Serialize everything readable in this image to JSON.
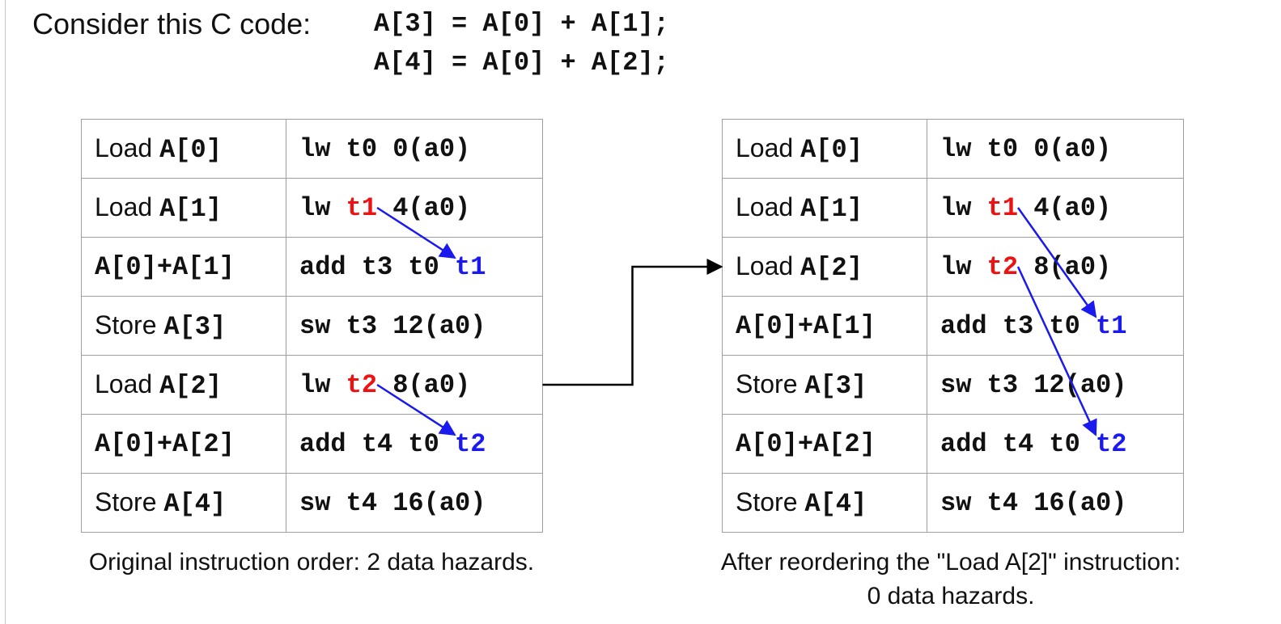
{
  "intro": "Consider this C code:",
  "code_lines": [
    "A[3] = A[0] + A[1];",
    "A[4] = A[0] + A[2];"
  ],
  "colors": {
    "hazard_source": "#ee1111",
    "hazard_use": "#1a1aee",
    "arrow": "#1a1aee",
    "move_arrow": "#000000"
  },
  "left_table": {
    "rows": [
      {
        "desc_text": "Load ",
        "desc_code": "A[0]",
        "asm": "lw t0 0(a0)"
      },
      {
        "desc_text": "Load ",
        "desc_code": "A[1]",
        "asm_pre": "lw ",
        "asm_red": "t1",
        "asm_post": " 4(a0)"
      },
      {
        "desc_code": "A[0]+A[1]",
        "asm_pre": "add t3 t0 ",
        "asm_blue": "t1"
      },
      {
        "desc_text": "Store ",
        "desc_code": "A[3]",
        "asm": "sw t3 12(a0)"
      },
      {
        "desc_text": "Load ",
        "desc_code": "A[2]",
        "asm_pre": "lw ",
        "asm_red": "t2",
        "asm_post": " 8(a0)"
      },
      {
        "desc_code": "A[0]+A[2]",
        "asm_pre": "add t4 t0 ",
        "asm_blue": "t2"
      },
      {
        "desc_text": "Store ",
        "desc_code": "A[4]",
        "asm": "sw t4 16(a0)"
      }
    ],
    "caption": "Original instruction order: 2 data hazards."
  },
  "right_table": {
    "rows": [
      {
        "desc_text": "Load ",
        "desc_code": "A[0]",
        "asm": "lw t0 0(a0)"
      },
      {
        "desc_text": "Load ",
        "desc_code": "A[1]",
        "asm_pre": "lw ",
        "asm_red": "t1",
        "asm_post": " 4(a0)"
      },
      {
        "desc_text": "Load ",
        "desc_code": "A[2]",
        "asm_pre": "lw ",
        "asm_red": "t2",
        "asm_post": " 8(a0)"
      },
      {
        "desc_code": "A[0]+A[1]",
        "asm_pre": "add t3 t0 ",
        "asm_blue": "t1"
      },
      {
        "desc_text": "Store ",
        "desc_code": "A[3]",
        "asm": "sw t3 12(a0)"
      },
      {
        "desc_code": "A[0]+A[2]",
        "asm_pre": "add t4 t0 ",
        "asm_blue": "t2"
      },
      {
        "desc_text": "Store ",
        "desc_code": "A[4]",
        "asm": "sw t4 16(a0)"
      }
    ],
    "caption_line1": "After reordering the \"Load A[2]\" instruction:",
    "caption_line2": "0 data hazards."
  }
}
